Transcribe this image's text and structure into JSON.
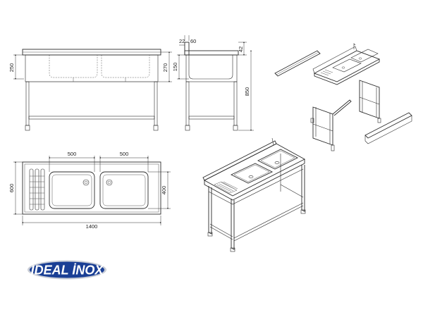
{
  "dimensions": {
    "front_height_small": "250",
    "front_height_total": "270",
    "side_top_a": "22",
    "side_top_b": "60",
    "side_right_top": "42",
    "side_bowl": "150",
    "side_height": "850",
    "plan_bowl_left": "500",
    "plan_bowl_right": "500",
    "plan_depth_left": "600",
    "plan_depth_right": "400",
    "plan_width": "1400"
  },
  "brand": {
    "name": "İDEAL İNOX",
    "bg_color": "#1a3f95",
    "ring_color": "#c9cdd6"
  }
}
